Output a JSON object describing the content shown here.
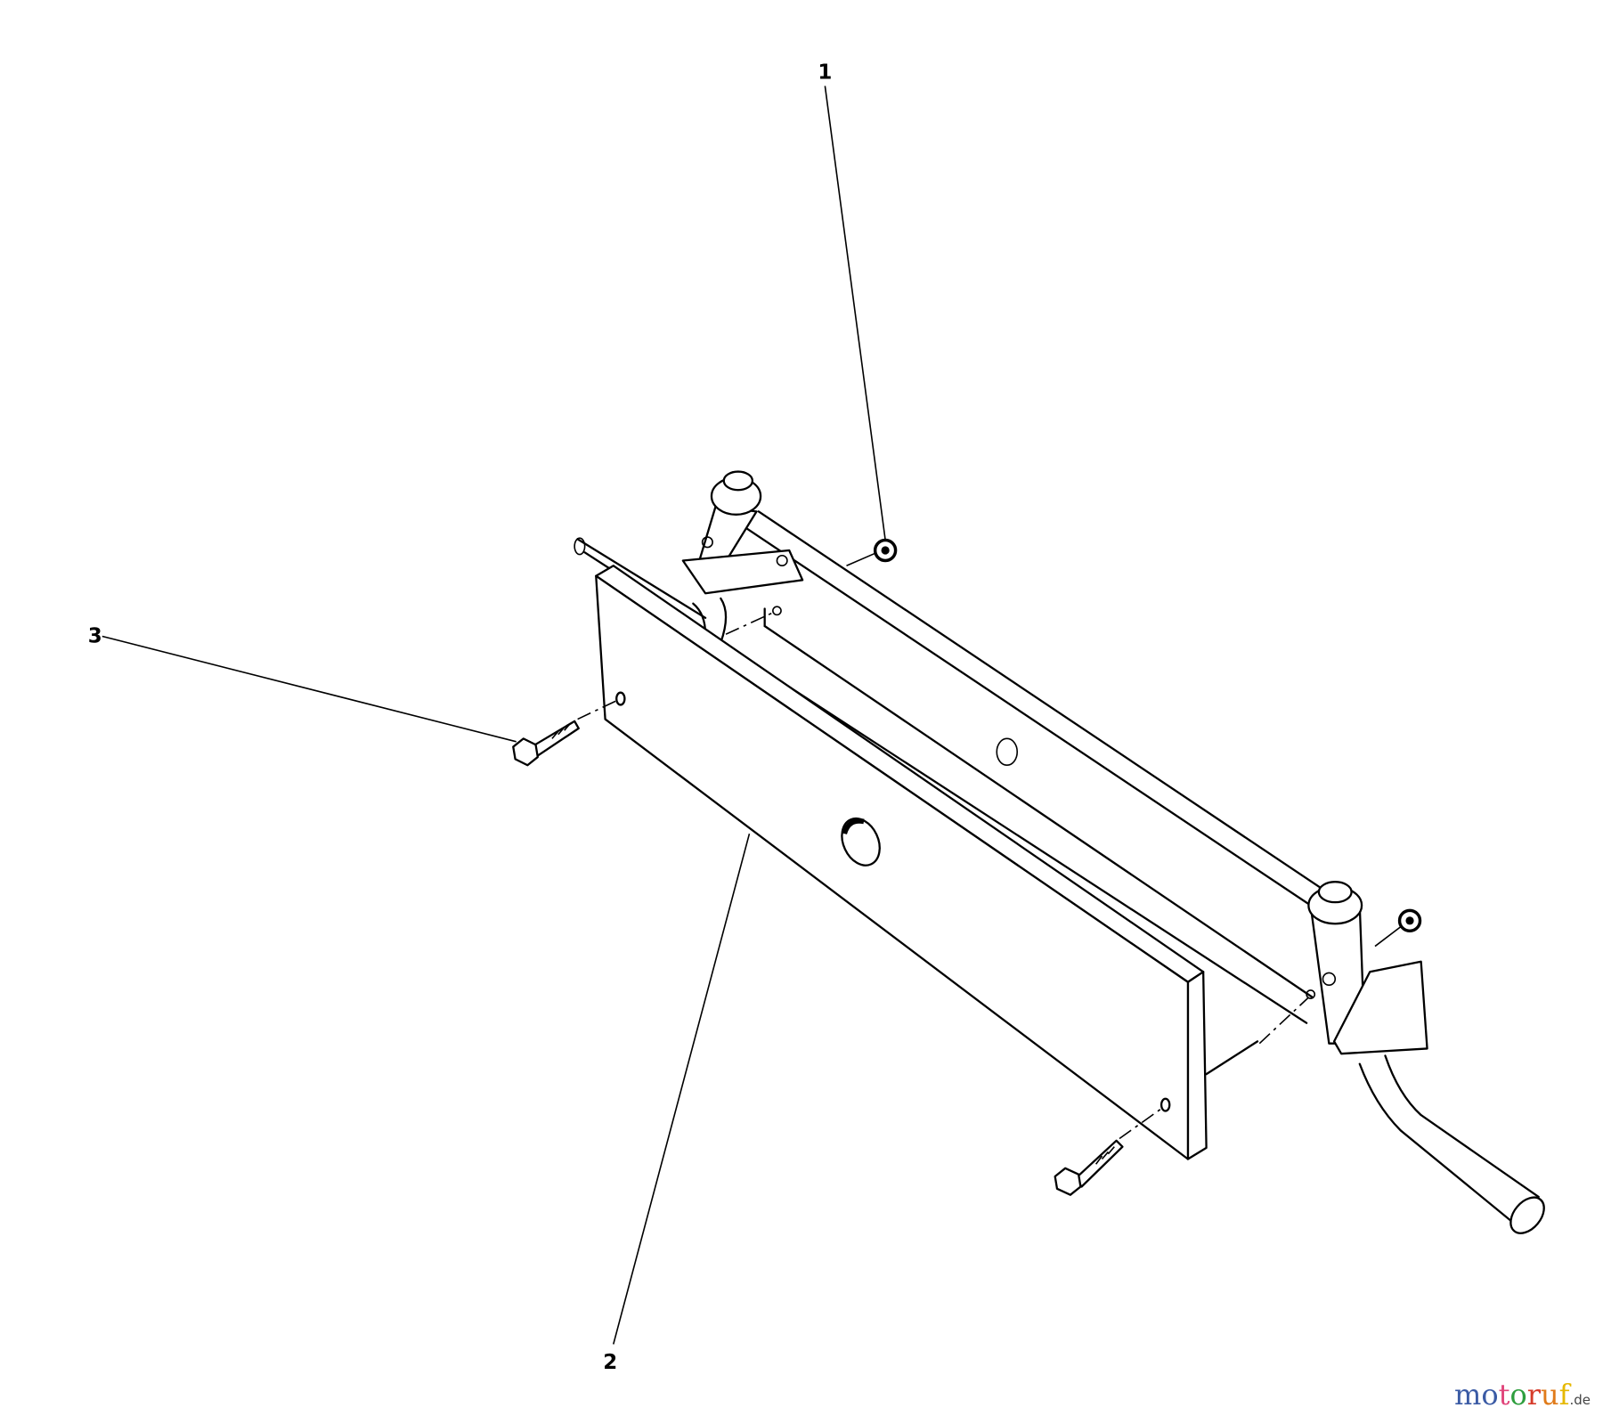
{
  "callouts": [
    {
      "number": "1",
      "part": "nut"
    },
    {
      "number": "2",
      "part": "board"
    },
    {
      "number": "3",
      "part": "bolt"
    }
  ],
  "watermark": {
    "letters": [
      "m",
      "o",
      "t",
      "o",
      "r",
      "u",
      "f"
    ],
    "colors": [
      "#3b5ba5",
      "#3b5ba5",
      "#e0457b",
      "#2e9e3e",
      "#d63b2a",
      "#e07b1a",
      "#e6b800"
    ],
    "suffix": ".de"
  }
}
